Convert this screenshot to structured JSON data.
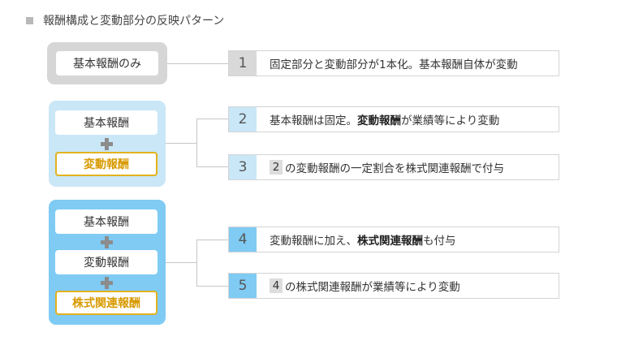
{
  "title": "報酬構成と変動部分の反映パターン",
  "colors": {
    "gray_panel": "#d6d6d6",
    "light_blue_panel": "#c9e7f7",
    "blue_panel": "#7fcbf4",
    "num_gray": "#d9d9d9",
    "num_light_blue": "#c9e7f7",
    "num_blue": "#7fcbf4",
    "highlight_gold": "#e3b21e"
  },
  "panels": [
    {
      "boxes": [
        {
          "label": "基本報酬のみ",
          "highlight": false
        }
      ]
    },
    {
      "boxes": [
        {
          "label": "基本報酬",
          "highlight": false
        },
        {
          "label": "変動報酬",
          "highlight": true
        }
      ]
    },
    {
      "boxes": [
        {
          "label": "基本報酬",
          "highlight": false
        },
        {
          "label": "変動報酬",
          "highlight": false
        },
        {
          "label": "株式関連報酬",
          "highlight": true
        }
      ]
    }
  ],
  "rows": [
    {
      "num": "1",
      "text": "固定部分と変動部分が1本化。基本報酬自体が変動"
    },
    {
      "num": "2",
      "text_before": "基本報酬は固定。",
      "text_bold": "変動報酬",
      "text_after": "が業績等により変動"
    },
    {
      "num": "3",
      "ref": "2",
      "text": "の変動報酬の一定割合を株式関連報酬で付与"
    },
    {
      "num": "4",
      "text_before": "変動報酬に加え、",
      "text_bold": "株式関連報酬",
      "text_after": "も付与"
    },
    {
      "num": "5",
      "ref": "4",
      "text": "の株式関連報酬が業績等により変動"
    }
  ]
}
